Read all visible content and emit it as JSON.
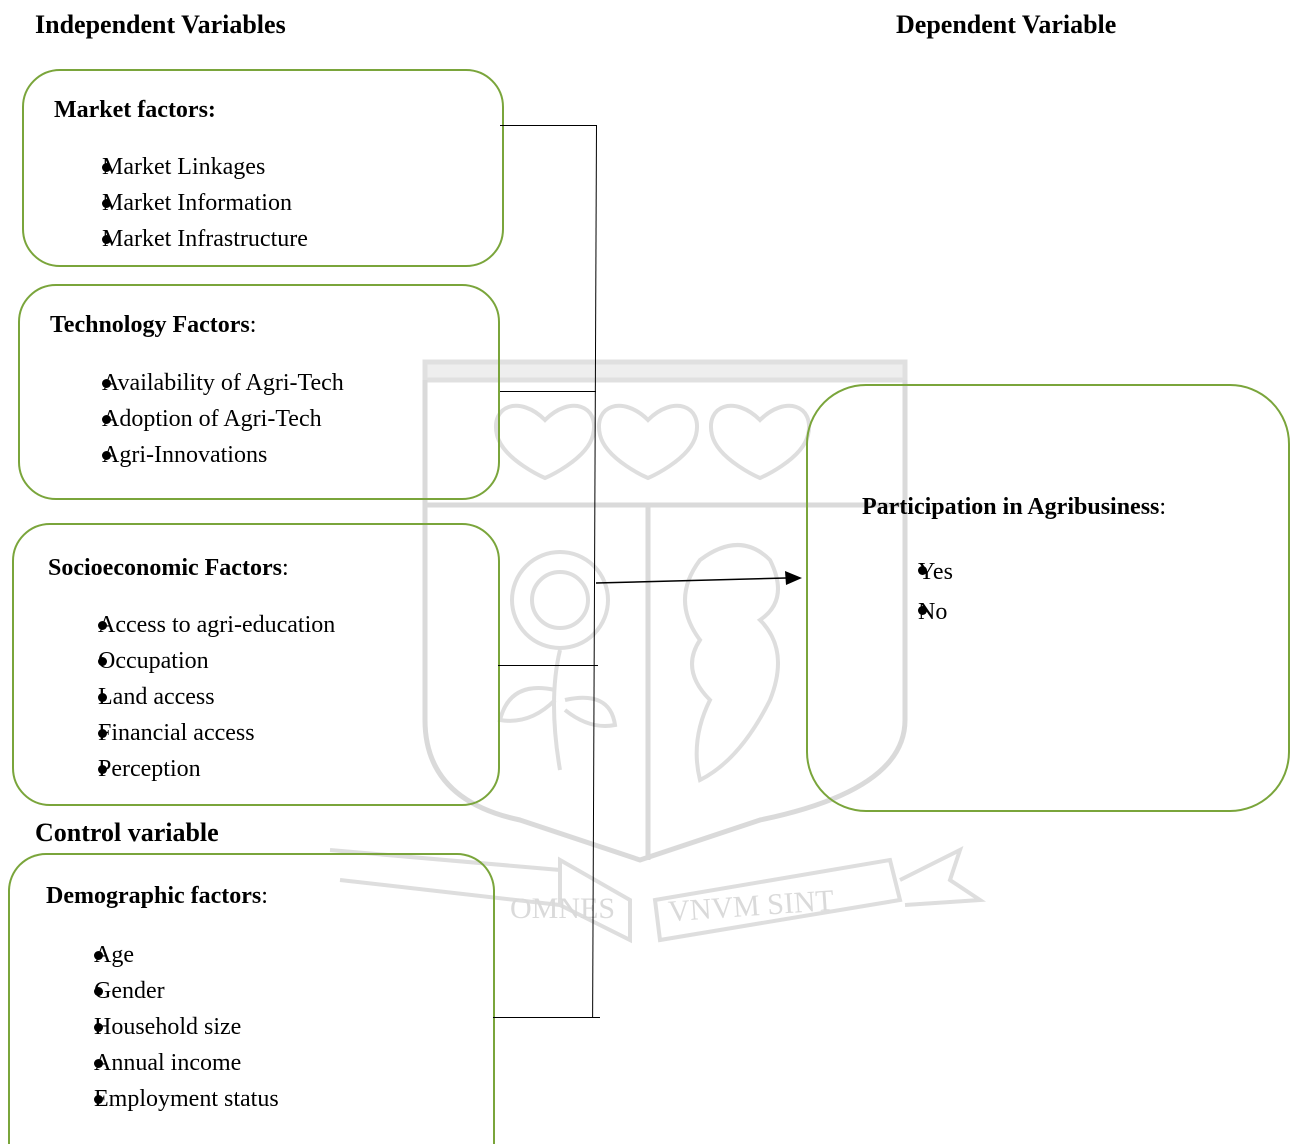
{
  "headings": {
    "independent": "Independent Variables",
    "dependent": "Dependent Variable",
    "control": "Control variable"
  },
  "market": {
    "title": "Market factors:",
    "items": [
      "Market Linkages",
      "Market Information",
      "Market Infrastructure"
    ]
  },
  "technology": {
    "title": "Technology Factors",
    "colon": ":",
    "items": [
      "Availability of Agri-Tech",
      "Adoption of Agri-Tech",
      "Agri-Innovations"
    ]
  },
  "socioeconomic": {
    "title": "Socioeconomic Factors",
    "colon": ":",
    "items": [
      "Access to agri-education",
      "Occupation",
      "Land access",
      "Financial access",
      "Perception"
    ]
  },
  "demographic": {
    "title": "Demographic factors",
    "colon": ":",
    "items": [
      "Age",
      "Gender",
      "Household size",
      "Annual income",
      "Employment status"
    ]
  },
  "participation": {
    "title": "Participation in Agribusiness",
    "colon": ":",
    "items": [
      "Yes",
      "No"
    ]
  },
  "watermark": {
    "motto_left": "OMNES",
    "motto_right": "VNVM SINT"
  },
  "colors": {
    "box_border": "#7aa53b",
    "watermark": "#d9d9d9"
  }
}
